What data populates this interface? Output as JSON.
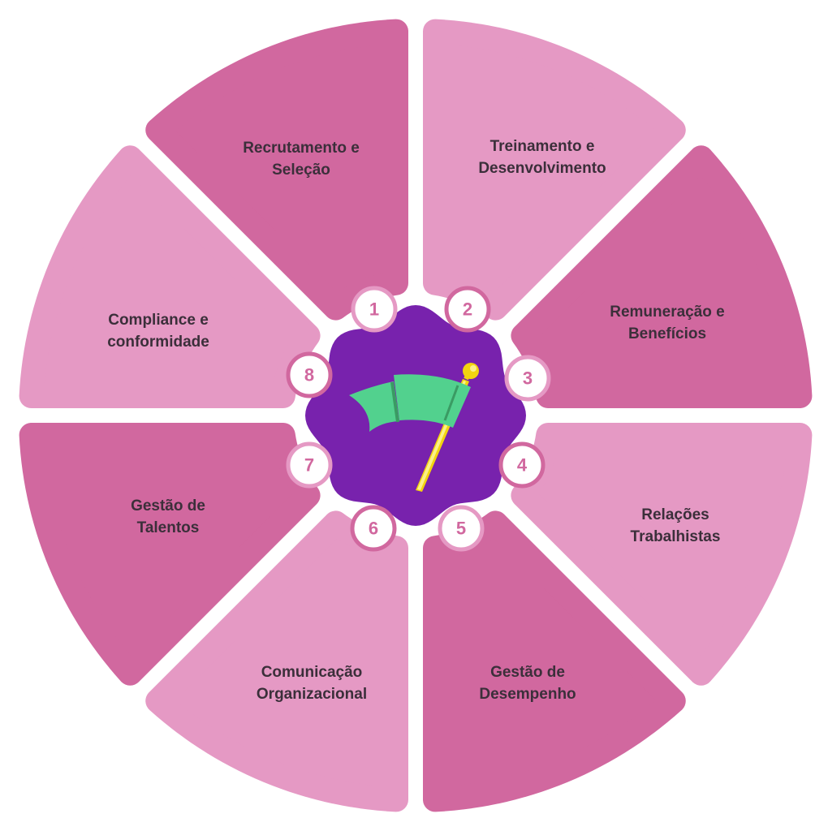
{
  "colors": {
    "dark_pink": "#D1689F",
    "light_pink": "#E599C4",
    "purple": "#7822AD",
    "green": "#52D18E",
    "pole": "#F2D40F"
  },
  "center_icon": "flag-icon",
  "segments": [
    {
      "number": "1",
      "line1": "Recrutamento e",
      "line2": "Seleção"
    },
    {
      "number": "2",
      "line1": "Treinamento e",
      "line2": "Desenvolvimento"
    },
    {
      "number": "3",
      "line1": "Remuneração e",
      "line2": "Benefícios"
    },
    {
      "number": "4",
      "line1": "Relações",
      "line2": "Trabalhistas"
    },
    {
      "number": "5",
      "line1": "Gestão de",
      "line2": "Desempenho"
    },
    {
      "number": "6",
      "line1": "Comunicação",
      "line2": "Organizacional"
    },
    {
      "number": "7",
      "line1": "Gestão de",
      "line2": "Talentos"
    },
    {
      "number": "8",
      "line1": "Compliance e",
      "line2": "conformidade"
    }
  ]
}
